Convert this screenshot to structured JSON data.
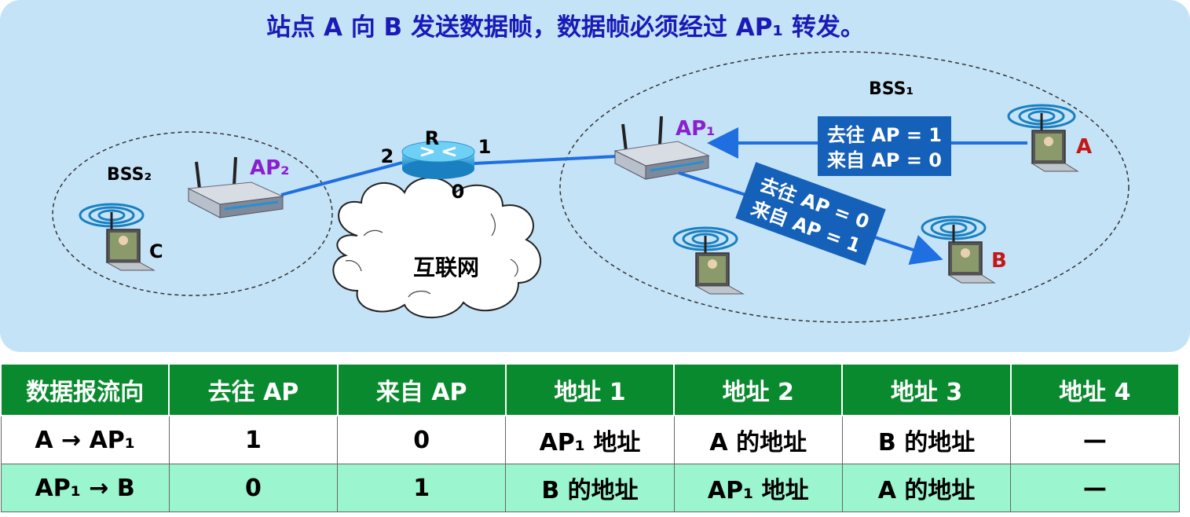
{
  "title": "站点 A 向 B 发送数据帧，数据帧必须经过 AP₁ 转发。",
  "diagram": {
    "bss1": "BSS₁",
    "bss2": "BSS₂",
    "ap1": "AP₁",
    "ap2": "AP₂",
    "router": "R",
    "port_1": "1",
    "port_2": "2",
    "port_0": "0",
    "internet": "互联网",
    "station_a": "A",
    "station_b": "B",
    "station_c": "C",
    "frame_a_to_ap1": {
      "line1": "去往 AP = 1",
      "line2": "来自 AP = 0"
    },
    "frame_ap1_to_b": {
      "line1": "去往 AP = 0",
      "line2": "来自 AP = 1"
    }
  },
  "colors": {
    "background": "#c5e3f7",
    "title_text": "#1a1ab8",
    "ap_label": "#8a1fd0",
    "station_ab_label": "#c41818",
    "link_blue": "#1f6fe0",
    "frame_box": "#1560b8",
    "table_header": "#0a8a2e",
    "table_row_alt": "#9bf5cf"
  },
  "table": {
    "headers": [
      "数据报流向",
      "去往 AP",
      "来自 AP",
      "地址 1",
      "地址 2",
      "地址 3",
      "地址 4"
    ],
    "rows": [
      [
        "A → AP₁",
        "1",
        "0",
        "AP₁ 地址",
        "A 的地址",
        "B 的地址",
        "—"
      ],
      [
        "AP₁ → B",
        "0",
        "1",
        "B 的地址",
        "AP₁ 地址",
        "A 的地址",
        "—"
      ]
    ]
  }
}
